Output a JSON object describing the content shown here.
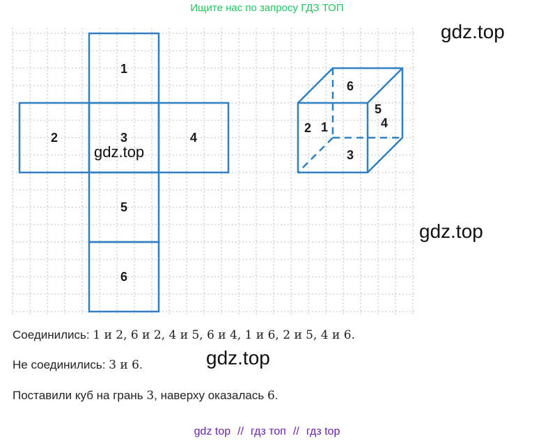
{
  "header": {
    "text": "Ищите нас по запросу ГДЗ ТОП"
  },
  "watermarks": {
    "top_right": "gdz.top",
    "middle_right": "gdz.top",
    "on_net": "gdz.top",
    "below_text": "gdz.top"
  },
  "net": {
    "faces": [
      "1",
      "2",
      "3",
      "4",
      "5",
      "6"
    ]
  },
  "cube": {
    "faces": [
      "6",
      "2",
      "1",
      "5",
      "4",
      "3"
    ]
  },
  "text": {
    "connected_prefix": "Соединились: ",
    "connected_math": "1 и 2, 6 и 2, 4 и 5, 6 и 4, 1 и 6, 2 и 5, 4 и 6.",
    "not_connected_prefix": "Не соединились: ",
    "not_connected_math": "3 и 6",
    "not_connected_suffix": ".",
    "placed_prefix": "Поставили куб на грань ",
    "placed_face": "3",
    "placed_middle": ", наверху оказалась ",
    "placed_top": "6",
    "placed_suffix": "."
  },
  "footer": {
    "item1": "gdz top",
    "sep1": "//",
    "item2": "гдз топ",
    "sep2": "//",
    "item3": "гдз top"
  },
  "colors": {
    "net_stroke": "#2f7fc1",
    "grid": "#bdbdbd",
    "header": "#22c55e",
    "footer": "#6b21a8"
  }
}
